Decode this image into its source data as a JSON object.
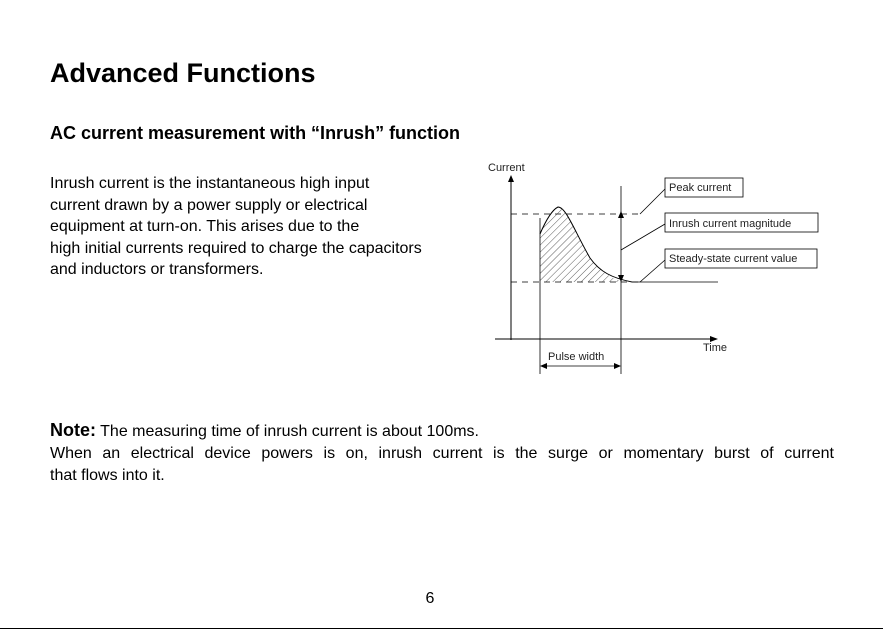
{
  "page": {
    "title": "Advanced Functions",
    "subtitle": "AC current measurement with “Inrush” function",
    "body_lines": [
      "Inrush current is the instantaneous high input",
      "current drawn by a power supply or electrical",
      "equipment at turn-on. This arises due to the",
      "high initial currents required to charge the capacitors",
      "and inductors or transformers."
    ],
    "note": {
      "label": "Note:",
      "line1": " The measuring time of inrush current is about 100ms.",
      "line2": "When an electrical device powers is on, inrush current is the surge or momentary burst of current",
      "line3": "that flows into it."
    },
    "page_number": "6"
  },
  "diagram": {
    "y_axis_label": "Current",
    "x_axis_label": "Time",
    "pulse_width_label": "Pulse width",
    "callouts": {
      "peak": "Peak current",
      "magnitude": "Inrush current magnitude",
      "steady": "Steady-state current value"
    }
  }
}
